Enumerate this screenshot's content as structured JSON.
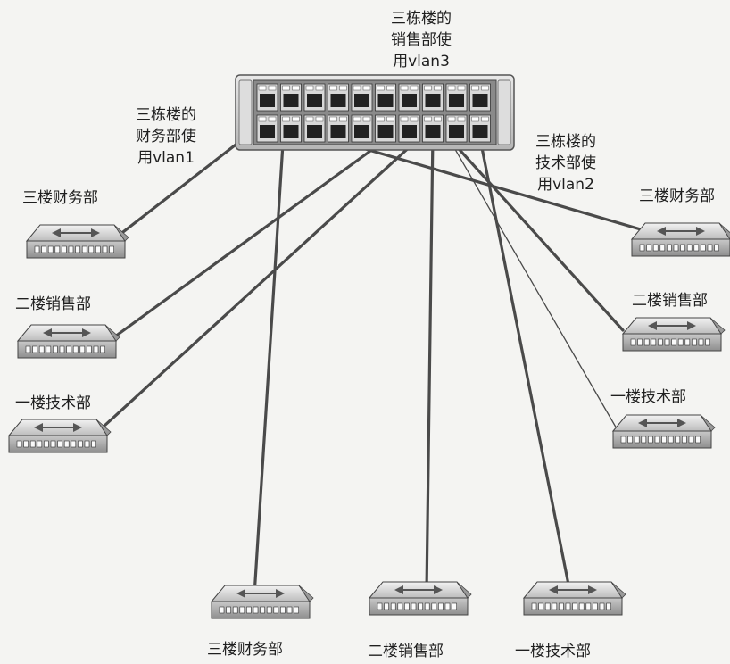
{
  "core_switch": {
    "name": "core-switch"
  },
  "vlan_labels": {
    "vlan1": "三栋楼的\n财务部使\n用vlan1",
    "vlan2": "三栋楼的\n技术部使\n用vlan2",
    "vlan3": "三栋楼的\n销售部使\n用vlan3"
  },
  "access_switches": [
    {
      "label": "三楼财务部"
    },
    {
      "label": "二楼销售部"
    },
    {
      "label": "一楼技术部"
    },
    {
      "label": "三楼财务部"
    },
    {
      "label": "二楼销售部"
    },
    {
      "label": "一楼技术部"
    },
    {
      "label": "三楼财务部"
    },
    {
      "label": "二楼销售部"
    },
    {
      "label": "一楼技术部"
    }
  ]
}
